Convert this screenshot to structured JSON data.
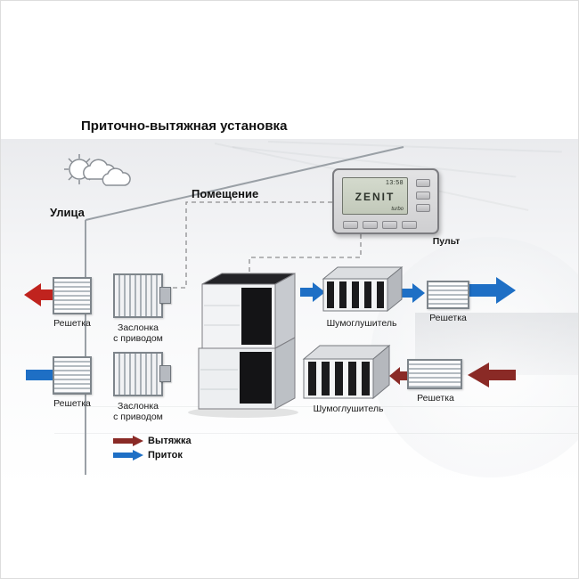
{
  "title": "Приточно-вытяжная установка",
  "zones": {
    "street": "Улица",
    "room": "Помещение"
  },
  "panel": {
    "label": "Пульт",
    "lcd_time": "13:58",
    "lcd_brand": "ZENIT",
    "lcd_mode": "turbo"
  },
  "components": {
    "grille_left_top": "Решетка",
    "grille_left_bottom": "Решетка",
    "damper_top_line1": "Заслонка",
    "damper_top_line2": "с приводом",
    "damper_bottom_line1": "Заслонка",
    "damper_bottom_line2": "с приводом",
    "silencer_top": "Шумоглушитель",
    "silencer_bottom": "Шумоглушитель",
    "grille_right_top": "Решетка",
    "grille_right_bottom": "Решетка"
  },
  "legend": {
    "exhaust": "Вытяжка",
    "supply": "Приток"
  },
  "colors": {
    "exhaust": "#c0231e",
    "exhaust_dark": "#8a2a26",
    "supply": "#1e6fc5"
  }
}
